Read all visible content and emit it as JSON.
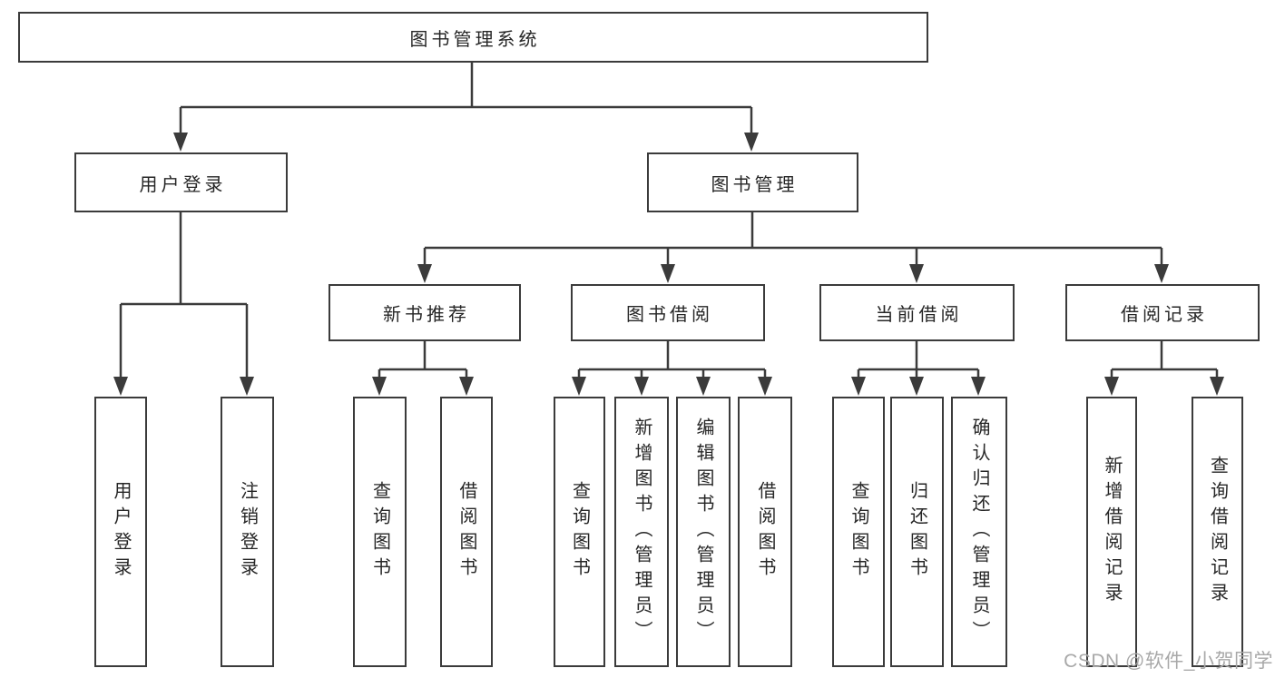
{
  "tree": {
    "root": {
      "label": "图书管理系统"
    },
    "children": [
      {
        "label": "用户登录",
        "children": [
          {
            "label": "用户登录"
          },
          {
            "label": "注销登录"
          }
        ]
      },
      {
        "label": "图书管理",
        "children": [
          {
            "label": "新书推荐",
            "children": [
              {
                "label": "查询图书"
              },
              {
                "label": "借阅图书"
              }
            ]
          },
          {
            "label": "图书借阅",
            "children": [
              {
                "label": "查询图书"
              },
              {
                "label": "新增图书（管理员）"
              },
              {
                "label": "编辑图书（管理员）"
              },
              {
                "label": "借阅图书"
              }
            ]
          },
          {
            "label": "当前借阅",
            "children": [
              {
                "label": "查询图书"
              },
              {
                "label": "归还图书"
              },
              {
                "label": "确认归还（管理员）"
              }
            ]
          },
          {
            "label": "借阅记录",
            "children": [
              {
                "label": "新增借阅记录"
              },
              {
                "label": "查询借阅记录"
              }
            ]
          }
        ]
      }
    ]
  },
  "watermark": {
    "text": "CSDN @软件_小贺同学"
  },
  "colors": {
    "line": "#3b3b3b",
    "box_border": "#3b3b3b",
    "text": "#262626",
    "background": "#ffffff",
    "watermark": "#a8a8a8"
  }
}
